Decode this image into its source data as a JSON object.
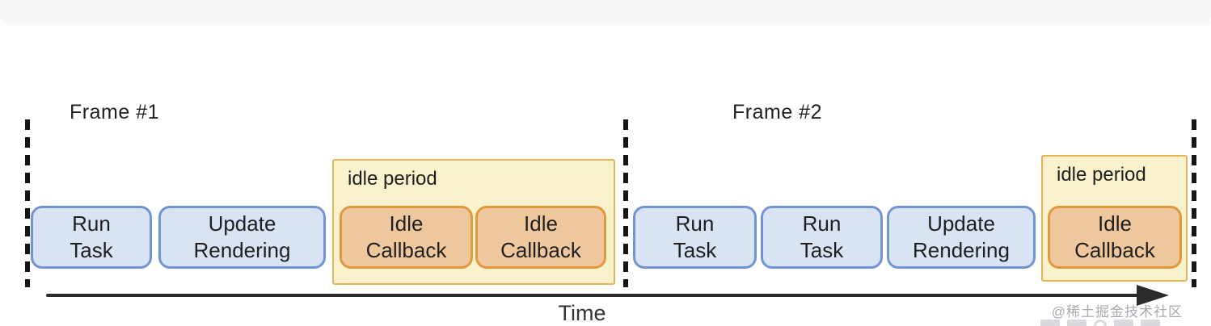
{
  "colors": {
    "page-bg": "#ffffff",
    "topbar": "#f7f7f7",
    "ink": "#1f1f1f",
    "task-fill": "#d8e4f3",
    "task-border": "#7295d2",
    "idle-zone-fill": "#faf1cd",
    "idle-zone-border": "#e5b457",
    "idle-fill": "#eec79c",
    "idle-border": "#e0993f",
    "axis": "#2a2a2a",
    "watermark": "#a6aaaf"
  },
  "frames": [
    {
      "label": "Frame #1",
      "tasks": [
        "Run\nTask",
        "Update\nRendering"
      ],
      "idle_zone": {
        "label": "idle period",
        "callbacks": [
          "Idle\nCallback",
          "Idle\nCallback"
        ]
      }
    },
    {
      "label": "Frame #2",
      "tasks": [
        "Run\nTask",
        "Run\nTask",
        "Update\nRendering"
      ],
      "idle_zone": {
        "label": "idle period",
        "callbacks": [
          "Idle\nCallback"
        ]
      }
    }
  ],
  "timeline": {
    "axis_label": "Time"
  },
  "watermark": {
    "text": "@稀土掘金技术社区"
  }
}
